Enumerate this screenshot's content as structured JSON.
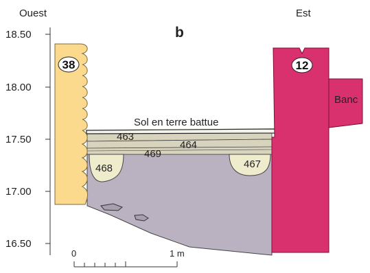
{
  "panel_label": "b",
  "orientation": {
    "west": "Ouest",
    "east": "Est"
  },
  "elevation_axis": {
    "ticks": [
      "18.50",
      "18.00",
      "17.50",
      "17.00",
      "16.50"
    ]
  },
  "walls": {
    "west": {
      "number": "38",
      "color": "#fbd98d"
    },
    "east": {
      "number": "12",
      "color": "#d9306e"
    }
  },
  "bench_label": "Banc",
  "floor_label": "Sol en terre battue",
  "layers": {
    "l463": "463",
    "l464": "464",
    "l469": "469",
    "l468": "468",
    "l467": "467"
  },
  "scale_bar": {
    "start": "0",
    "end": "1 m"
  },
  "colors": {
    "fill_grey": "#bab2c0",
    "fill_beige": "#d8d3bd",
    "fill_pit": "#efeccd",
    "outline": "#333333"
  }
}
